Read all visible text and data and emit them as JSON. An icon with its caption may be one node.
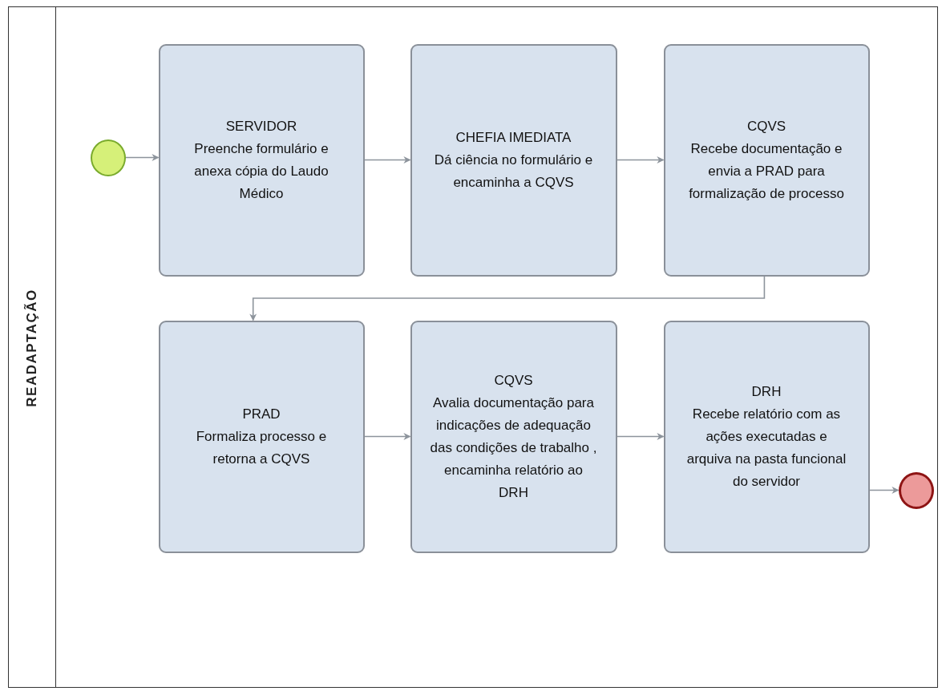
{
  "diagram": {
    "nodes": [
      {
        "text": [
          "READAPTAÇÃO"
        ]
      },
      {
        "text": [],
        "shape": "circle",
        "in": 0
      },
      {
        "text": [
          "SERVIDOR",
          "Preenche formulário e anexa cópia do Laudo Médico"
        ],
        "in": 0
      },
      {
        "text": [
          "CHEFIA IMEDIATA",
          "Dá ciência no formulário e encaminha a CQVS"
        ],
        "in": 0
      },
      {
        "text": [
          "CQVS",
          "Recebe documentação e envia a PRAD para formalização de processo"
        ],
        "in": 0
      },
      {
        "text": [
          "PRAD",
          "Formaliza processo e retorna a CQVS"
        ],
        "in": 0
      },
      {
        "text": [
          "CQVS",
          "Avalia documentação para indicações de adequação das condições de trabalho , encaminha relatório ao DRH"
        ],
        "in": 0
      },
      {
        "text": [
          "DRH",
          "Recebe relatório com as ações executadas e arquiva na pasta funcional do servidor"
        ],
        "in": 0
      },
      {
        "text": [],
        "shape": "circle",
        "in": 0
      }
    ],
    "edges": [
      {
        "from": 1,
        "to": 2,
        "arrow": "to"
      },
      {
        "from": 2,
        "to": 3,
        "arrow": "to"
      },
      {
        "from": 3,
        "to": 4,
        "arrow": "to"
      },
      {
        "from": 4,
        "to": 5,
        "arrow": "to"
      },
      {
        "from": 5,
        "to": 6,
        "arrow": "to"
      },
      {
        "from": 6,
        "to": 7,
        "arrow": "to"
      },
      {
        "from": 7,
        "to": 8,
        "arrow": "to"
      }
    ]
  }
}
